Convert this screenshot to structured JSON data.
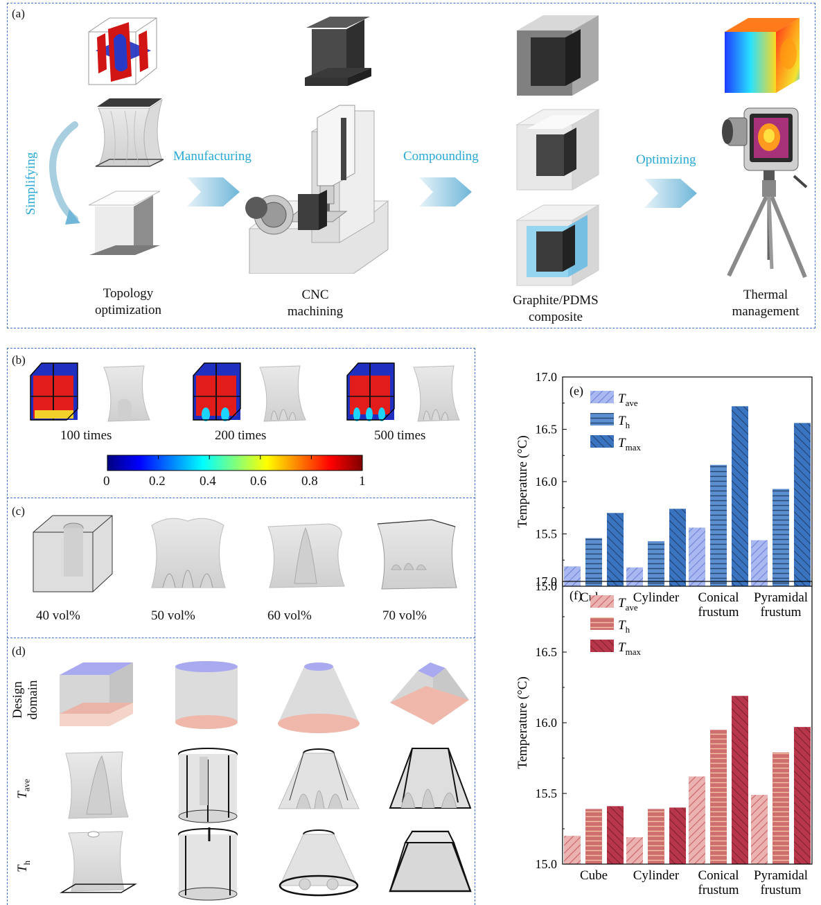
{
  "panel_a": {
    "label": "(a)",
    "simplifying": "Simplifying",
    "manufacturing": "Manufacturing",
    "compounding": "Compounding",
    "optimizing": "Optimizing",
    "caption_topology_1": "Topology",
    "caption_topology_2": "optimization",
    "caption_cnc_1": "CNC",
    "caption_cnc_2": "machining",
    "caption_composite_1": "Graphite/PDMS",
    "caption_composite_2": "composite",
    "caption_thermal_1": "Thermal",
    "caption_thermal_2": "management"
  },
  "panel_b": {
    "label": "(b)",
    "iterations": [
      "100 times",
      "200 times",
      "500 times"
    ],
    "colorbar_ticks": [
      "0",
      "0.2",
      "0.4",
      "0.6",
      "0.8",
      "1"
    ]
  },
  "panel_c": {
    "label": "(c)",
    "fractions": [
      "40 vol%",
      "50 vol%",
      "60 vol%",
      "70 vol%"
    ]
  },
  "panel_d": {
    "label": "(d)",
    "row1_line1": "Design",
    "row1_line2": "domain",
    "row2_main": "T",
    "row2_sub": "ave",
    "row3_main": "T",
    "row3_sub": "h"
  },
  "colors": {
    "frame_dash": "#3b6fc9",
    "step_text": "#27a8d8",
    "blue_light": "#a9b8f0",
    "blue_mid": "#5b8fd0",
    "blue_dark": "#3a73bf",
    "red_light": "#e79a9a",
    "red_mid": "#cc6464",
    "red_dark": "#b7364a"
  },
  "chart_data": [
    {
      "panel": "(e)",
      "type": "bar",
      "categories": [
        "Cube",
        "Cylinder",
        "Conical\nfrustum",
        "Pyramidal\nfrustum"
      ],
      "series": [
        {
          "name": "T_ave",
          "main": "T",
          "sub": "ave",
          "values": [
            15.19,
            15.18,
            15.56,
            15.44
          ]
        },
        {
          "name": "T_h",
          "main": "T",
          "sub": "h",
          "values": [
            15.46,
            15.43,
            16.16,
            15.93
          ]
        },
        {
          "name": "T_max",
          "main": "T",
          "sub": "max",
          "values": [
            15.7,
            15.74,
            16.72,
            16.56
          ]
        }
      ],
      "ylabel": "Temperature (°C)",
      "ylim": [
        15.0,
        17.0
      ],
      "yticks": [
        "15.0",
        "15.5",
        "16.0",
        "16.5",
        "17.0"
      ],
      "legend": "top-left"
    },
    {
      "panel": "(f)",
      "type": "bar",
      "categories": [
        "Cube",
        "Cylinder",
        "Conical\nfrustum",
        "Pyramidal\nfrustum"
      ],
      "series": [
        {
          "name": "T_ave",
          "main": "T",
          "sub": "ave",
          "values": [
            15.2,
            15.19,
            15.62,
            15.49
          ]
        },
        {
          "name": "T_h",
          "main": "T",
          "sub": "h",
          "values": [
            15.39,
            15.39,
            15.95,
            15.79
          ]
        },
        {
          "name": "T_max",
          "main": "T",
          "sub": "max",
          "values": [
            15.41,
            15.4,
            16.19,
            15.97
          ]
        }
      ],
      "ylabel": "Temperature (°C)",
      "ylim": [
        15.0,
        17.0
      ],
      "yticks": [
        "15.0",
        "15.5",
        "16.0",
        "16.5",
        "17.0"
      ],
      "legend": "top-left"
    }
  ]
}
